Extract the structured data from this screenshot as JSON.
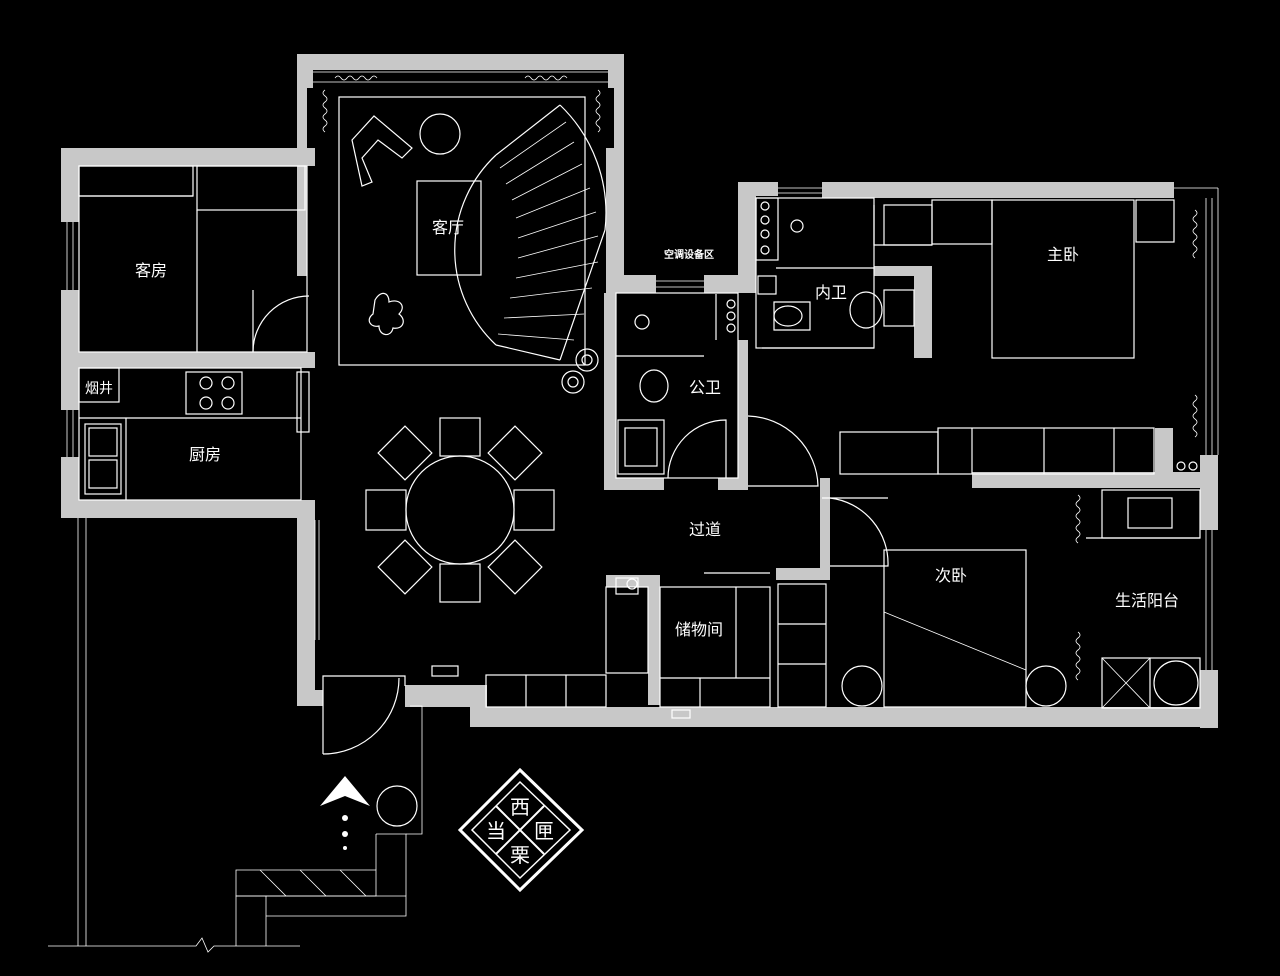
{
  "floor_plan": {
    "rooms": {
      "guest_room": "客房",
      "living_room": "客厅",
      "kitchen": "厨房",
      "chimney": "烟井",
      "ac_area": "空调设备区",
      "public_bath": "公卫",
      "ensuite_bath": "内卫",
      "master_bedroom": "主卧",
      "corridor": "过道",
      "storage": "储物间",
      "second_bedroom": "次卧",
      "utility_balcony": "生活阳台"
    },
    "logo_text": [
      "当",
      "西",
      "栗",
      "匣"
    ]
  }
}
